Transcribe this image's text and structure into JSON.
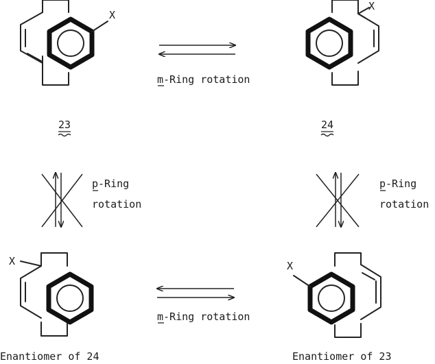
{
  "substituent": "X",
  "compounds": {
    "c23": "23",
    "c24": "24",
    "ent24": "Enantiomer of 24",
    "ent23": "Enantiomer of 23"
  },
  "arrows": {
    "m_ring": {
      "prefix": "m",
      "rest": "-Ring rotation"
    },
    "p_ring": {
      "prefix": "p",
      "line1_rest": "-Ring",
      "line2": "rotation"
    }
  }
}
